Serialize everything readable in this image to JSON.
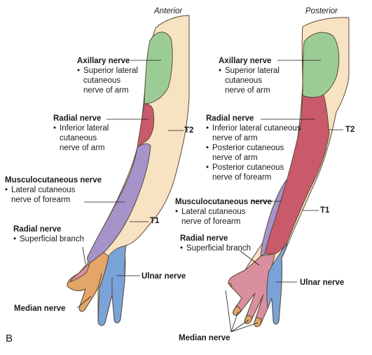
{
  "figure_label": "B",
  "views": {
    "anterior": "Anterior",
    "posterior": "Posterior"
  },
  "anterior": {
    "axillary": {
      "nerve": "Axillary nerve",
      "branch": [
        "Superior lateral",
        "cutaneous",
        "nerve of arm"
      ]
    },
    "radial": {
      "nerve": "Radial nerve",
      "branch": [
        "Inferior lateral",
        "cutaneous",
        "nerve of arm"
      ]
    },
    "musculocutaneous": {
      "nerve": "Musculocutaneous nerve",
      "branch": [
        "Lateral cutaneous",
        "nerve of forearm"
      ]
    },
    "radial_superficial": {
      "nerve": "Radial nerve",
      "branch": [
        "Superficial branch"
      ]
    },
    "median": {
      "nerve": "Median nerve"
    },
    "ulnar": {
      "nerve": "Ulnar nerve"
    },
    "t2": "T2",
    "t1": "T1"
  },
  "posterior": {
    "axillary": {
      "nerve": "Axillary nerve",
      "branch": [
        "Superior lateral",
        "cutaneous",
        "nerve of arm"
      ]
    },
    "radial": {
      "nerve": "Radial nerve",
      "branch1": [
        "Inferior lateral cutaneous",
        "nerve of arm"
      ],
      "branch2": [
        "Posterior cutaneous",
        "nerve of arm"
      ],
      "branch3": [
        "Posterior cutaneous",
        "nerve of forearm"
      ]
    },
    "musculocutaneous": {
      "nerve": "Musculocutaneous nerve",
      "branch": [
        "Lateral cutaneous",
        "nerve of forearm"
      ]
    },
    "radial_superficial": {
      "nerve": "Radial nerve",
      "branch": [
        "Superficial branch"
      ]
    },
    "median": {
      "nerve": "Median nerve"
    },
    "ulnar": {
      "nerve": "Ulnar nerve"
    },
    "t2": "T2",
    "t1": "T1"
  },
  "colors": {
    "skin": "#f7e3c2",
    "axillary_green": "#9ccc95",
    "radial_red": "#c95a6b",
    "musculocutaneous_purple": "#a593c9",
    "median_orange": "#e3a668",
    "ulnar_blue": "#7aa3d9",
    "radial_superficial_pink": "#d98fa0",
    "outline": "#5a4a3a"
  }
}
